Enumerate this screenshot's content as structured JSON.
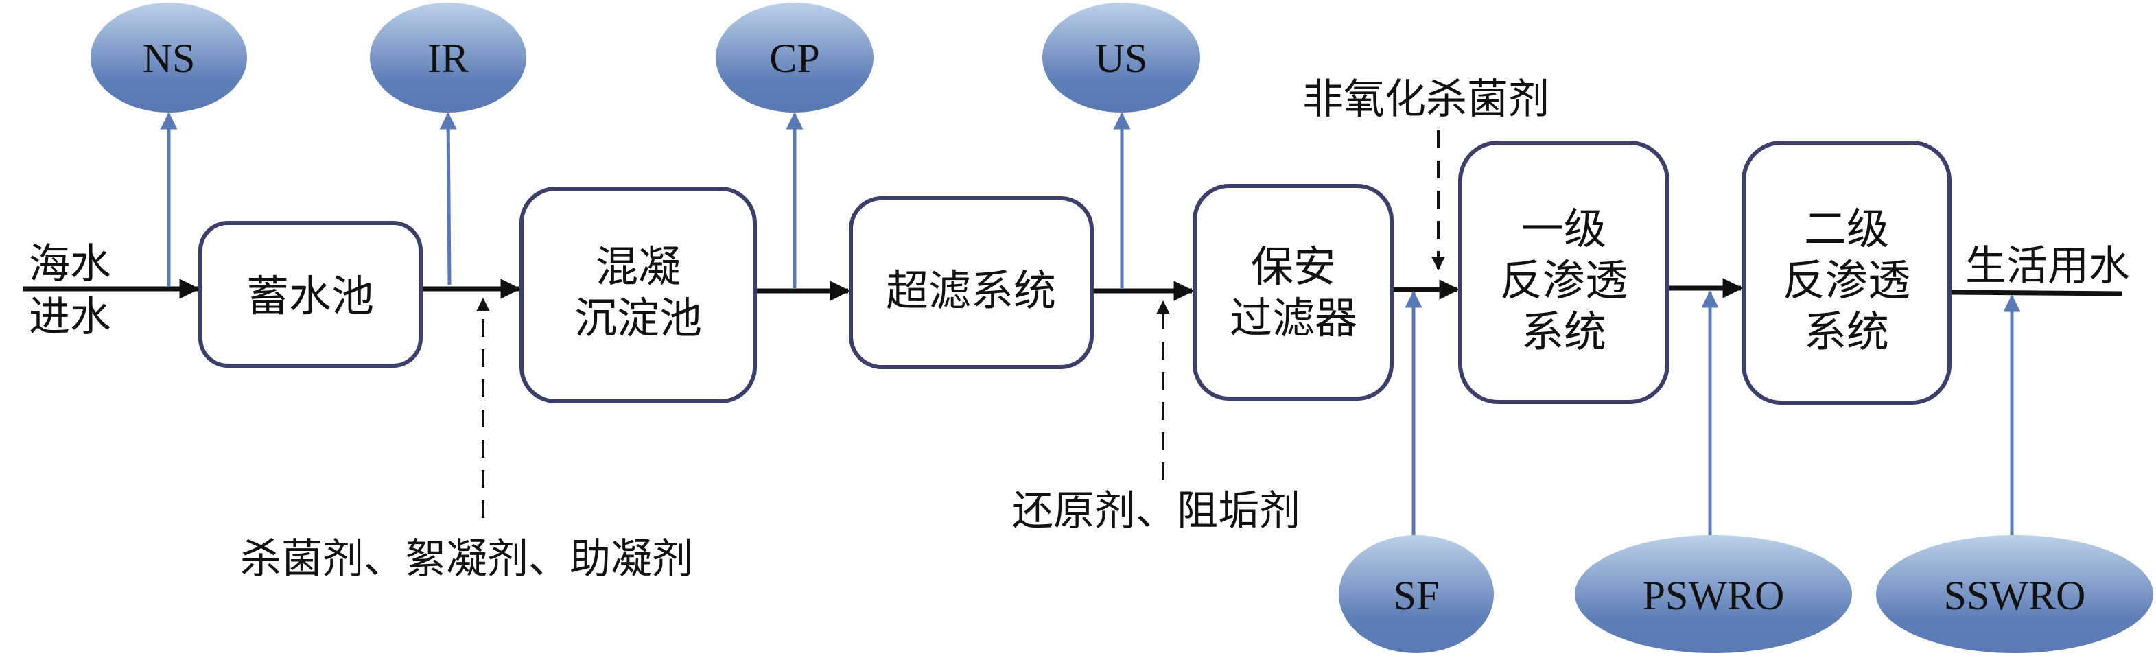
{
  "diagram": {
    "title": "",
    "input_label": [
      "海水",
      "进水"
    ],
    "output_label": "生活用水",
    "colors": {
      "box_border": "#3d3f6b",
      "flow_line": "#111111",
      "energy_arrow": "#5a7ab5",
      "ellipse_top": "#bcd0e8",
      "ellipse_bottom": "#5a79b3"
    },
    "process_units": [
      {
        "id": "storage-tank",
        "lines": [
          "蓄水池"
        ]
      },
      {
        "id": "coagulation-sedimentation-tank",
        "lines": [
          "混凝",
          "沉淀池"
        ]
      },
      {
        "id": "ultrafiltration-system",
        "lines": [
          "超滤系统"
        ]
      },
      {
        "id": "cartridge-filter",
        "lines": [
          "保安",
          "过滤器"
        ]
      },
      {
        "id": "first-stage-ro",
        "lines": [
          "一级",
          "反渗透",
          "系统"
        ]
      },
      {
        "id": "second-stage-ro",
        "lines": [
          "二级",
          "反渗透",
          "系统"
        ]
      }
    ],
    "nodes": [
      {
        "id": "NS",
        "label": "NS",
        "position": "top",
        "direction": "out"
      },
      {
        "id": "IR",
        "label": "IR",
        "position": "top",
        "direction": "out"
      },
      {
        "id": "CP",
        "label": "CP",
        "position": "top",
        "direction": "out"
      },
      {
        "id": "US",
        "label": "US",
        "position": "top",
        "direction": "out"
      },
      {
        "id": "SF",
        "label": "SF",
        "position": "bottom",
        "direction": "in"
      },
      {
        "id": "PSWRO",
        "label": "PSWRO",
        "position": "bottom",
        "direction": "in"
      },
      {
        "id": "SSWRO",
        "label": "SSWRO",
        "position": "bottom",
        "direction": "in"
      }
    ],
    "chemical_dosing": [
      {
        "id": "dosing-1",
        "label": "杀菌剂、絮凝剂、助凝剂",
        "from": "bottom"
      },
      {
        "id": "dosing-2",
        "label": "还原剂、阻垢剂",
        "from": "bottom"
      },
      {
        "id": "dosing-3",
        "label": "非氧化杀菌剂",
        "from": "top"
      }
    ]
  }
}
